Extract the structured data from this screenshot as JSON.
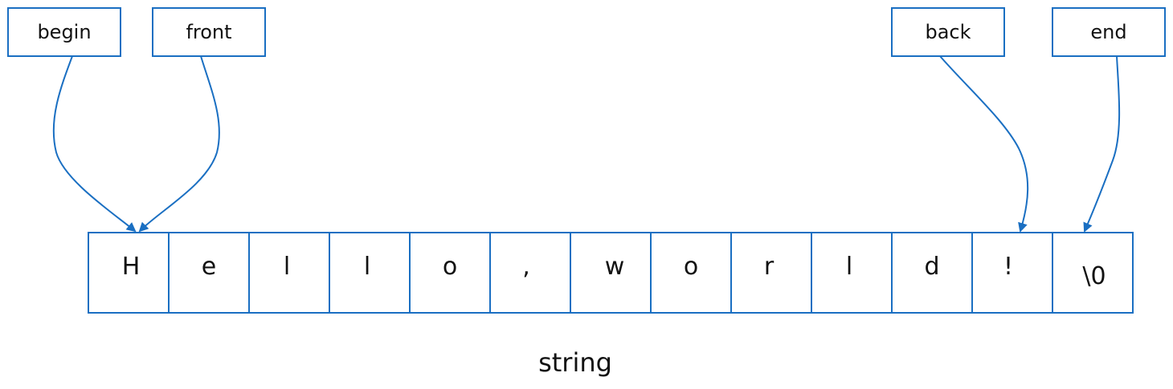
{
  "colors": {
    "stroke": "#1a6fc2",
    "text": "#111111",
    "background": "#ffffff"
  },
  "pointers": [
    {
      "label": "begin",
      "target": 0
    },
    {
      "label": "front",
      "target": 0
    },
    {
      "label": "back",
      "target": 11
    },
    {
      "label": "end",
      "target": 12
    }
  ],
  "cells": [
    "H",
    "e",
    "l",
    "l",
    "o",
    ",",
    "w",
    "o",
    "r",
    "l",
    "d",
    "!",
    "\\0"
  ],
  "caption": "string"
}
